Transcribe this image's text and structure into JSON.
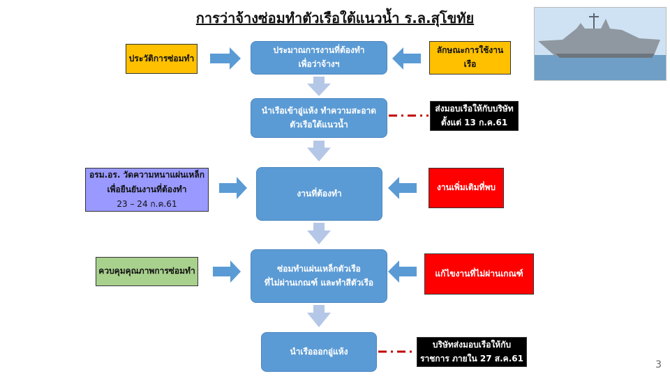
{
  "title": "การว่าจ้างซ่อมทำตัวเรือใต้แนวน้ำ ร.ล.สุโขทัย",
  "page_number": "3",
  "photo": {
    "subject": "naval-ship",
    "colors": {
      "sky": "#cfe2f3",
      "sea": "#6f9fc6",
      "hull": "#8f98a0"
    }
  },
  "colors": {
    "main_blue": "#5b9bd5",
    "down_arrow": "#b4c7e7",
    "side_arrow": "#5b9bd5",
    "yellow": "#ffc000",
    "purple": "#9999ff",
    "green": "#a9d18e",
    "red": "#ff0000",
    "black": "#000000",
    "connector_red": "#c00000"
  },
  "main_flow": [
    {
      "line1": "ประมาณการงานที่ต้องทำ",
      "line2": "เพื่อว่าจ้างฯ"
    },
    {
      "line1": "นำเรือเข้าอู่แห้ง ทำความสะอาด",
      "line2": "ตัวเรือใต้แนวน้ำ"
    },
    {
      "line1": "งานที่ต้องทำ"
    },
    {
      "line1": "ซ่อมทำแผ่นเหล็กตัวเรือ",
      "line2": "ที่ไม่ผ่านเกณฑ์ และทำสีตัวเรือ"
    },
    {
      "line1": "นำเรือออกอู่แห้ง"
    }
  ],
  "left_inputs": [
    {
      "line1": "ประวัติการซ่อมทำ"
    },
    {
      "line1": "อรม.อร. วัดความหนาแผ่นเหล็ก",
      "line2": "เพื่อยืนยันงานที่ต้องทำ",
      "line3": "23 – 24 ก.ค.61"
    },
    {
      "line1": "ควบคุมคุณภาพการซ่อมทำ"
    }
  ],
  "right_inputs": [
    {
      "line1": "ลักษณะการใช้งาน",
      "line2": "เรือ"
    },
    {
      "line1": "งานเพิ่มเติมที่พบ"
    },
    {
      "line1": "แก้ไขงานที่ไม่ผ่านเกณฑ์"
    }
  ],
  "right_notes": [
    {
      "line1": "ส่งมอบเรือให้กับบริษัท",
      "line2": "ตั้งแต่ 13 ก.ค.61"
    },
    {
      "line1": "บริษัทส่งมอบเรือให้กับ",
      "line2": "ราชการ ภายใน 27 ส.ค.61"
    }
  ]
}
